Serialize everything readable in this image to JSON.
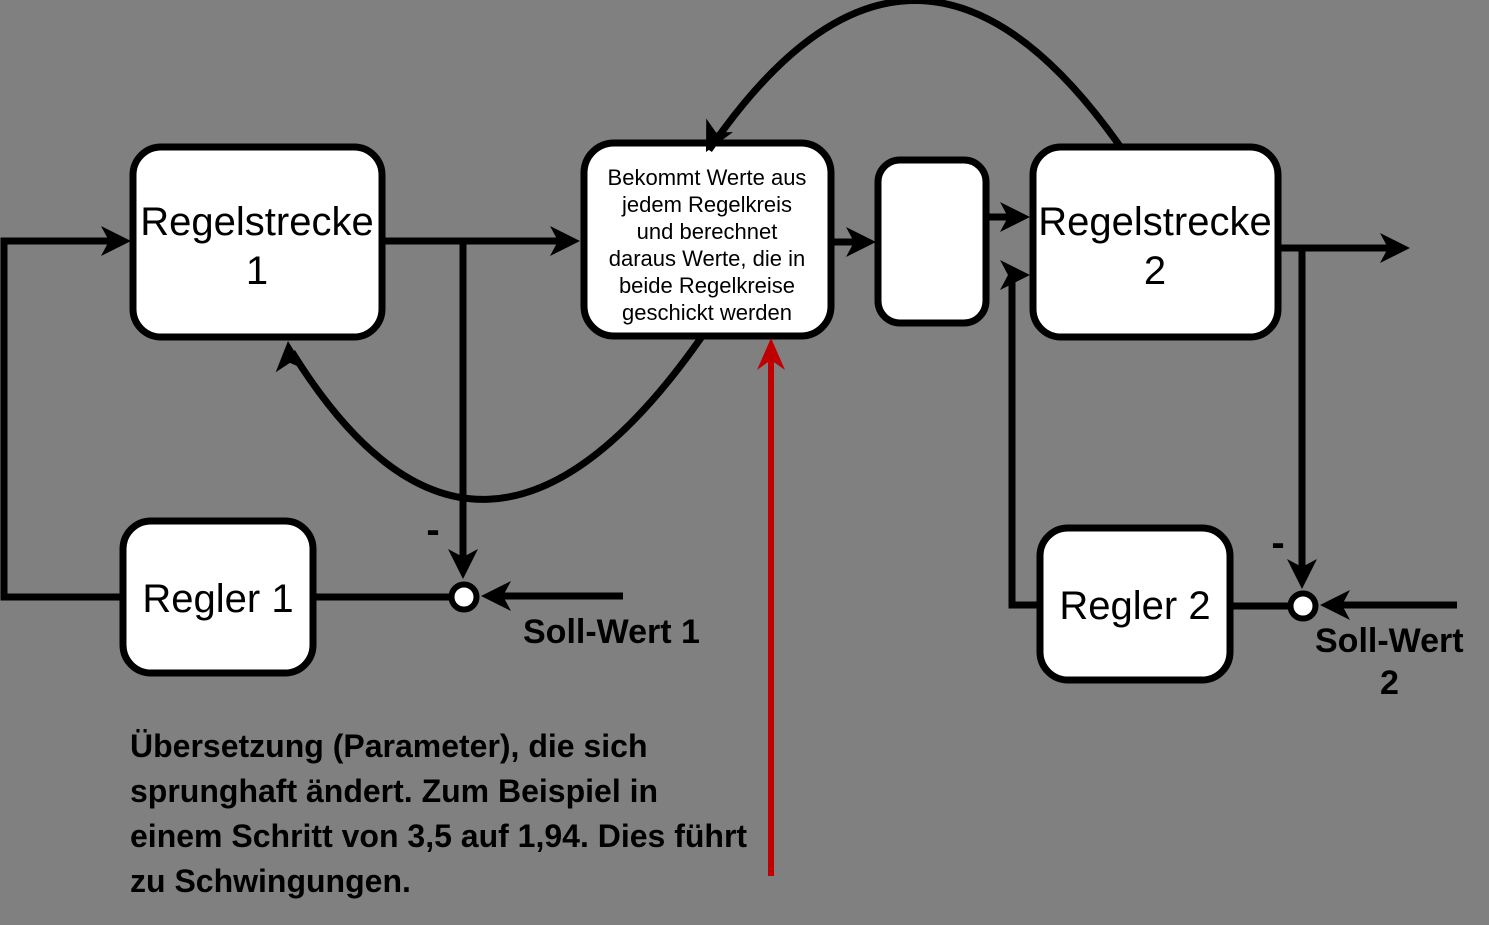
{
  "colors": {
    "background": "#808080",
    "box_fill": "#ffffff",
    "line": "#000000",
    "red_arrow": "#c00000"
  },
  "boxes": {
    "regelstrecke1": {
      "line1": "Regelstrecke",
      "line2": "1"
    },
    "regelstrecke2": {
      "line1": "Regelstrecke",
      "line2": "2"
    },
    "regler1": {
      "label": "Regler 1"
    },
    "regler2": {
      "label": "Regler 2"
    },
    "hub": {
      "lines": [
        "Bekommt Werte aus",
        "jedem Regelkreis",
        "und berechnet",
        "daraus Werte, die in",
        "beide Regelkreise",
        "geschickt werden"
      ]
    }
  },
  "labels": {
    "sollwert1": "Soll-Wert 1",
    "sollwert2_line1": "Soll-Wert",
    "sollwert2_line2": "2",
    "minus1": "-",
    "minus2": "-"
  },
  "annotation": {
    "lines": [
      "Übersetzung (Parameter), die sich",
      "sprunghaft ändert. Zum Beispiel in",
      "einem Schritt von 3,5 auf 1,94. Dies führt",
      "zu Schwingungen."
    ]
  }
}
